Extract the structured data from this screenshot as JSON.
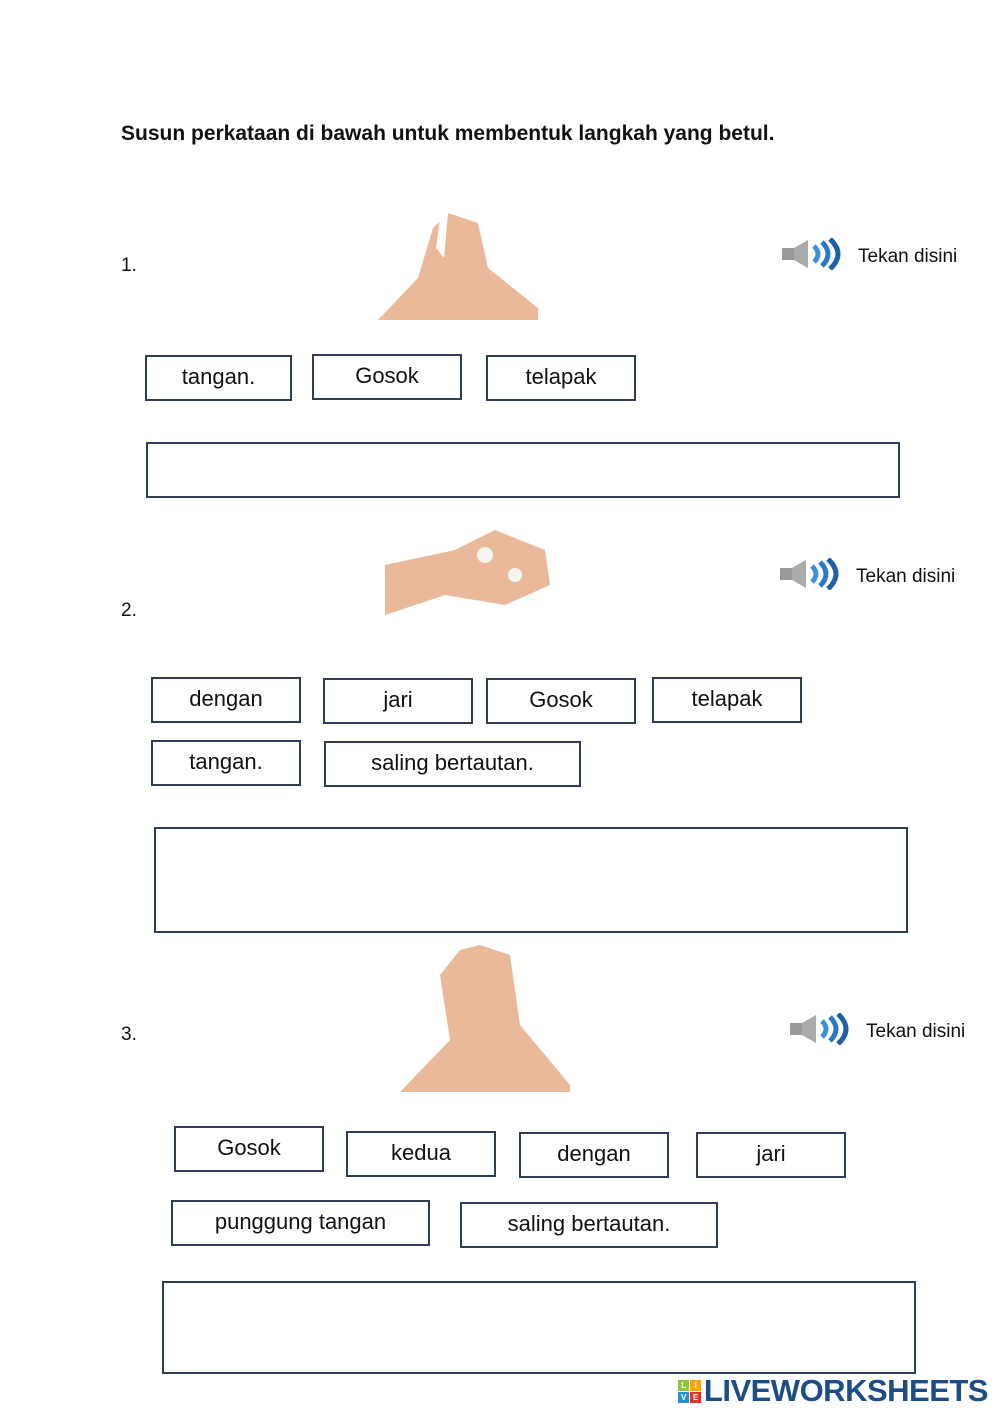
{
  "title": "Susun perkataan di bawah untuk membentuk langkah yang betul.",
  "audio_label": "Tekan disini",
  "questions": [
    {
      "number": "1.",
      "words": [
        "tangan.",
        "Gosok",
        "telapak"
      ],
      "answer": ""
    },
    {
      "number": "2.",
      "words": [
        "dengan",
        "jari",
        "Gosok",
        "telapak",
        "tangan.",
        "saling bertautan."
      ],
      "answer": ""
    },
    {
      "number": "3.",
      "words": [
        "Gosok",
        "kedua",
        "dengan",
        "jari",
        "punggung tangan",
        "saling bertautan."
      ],
      "answer": ""
    }
  ],
  "logo": {
    "text": "LIVEWORKSHEETS",
    "letters": [
      "L",
      "I",
      "V",
      "E"
    ]
  }
}
